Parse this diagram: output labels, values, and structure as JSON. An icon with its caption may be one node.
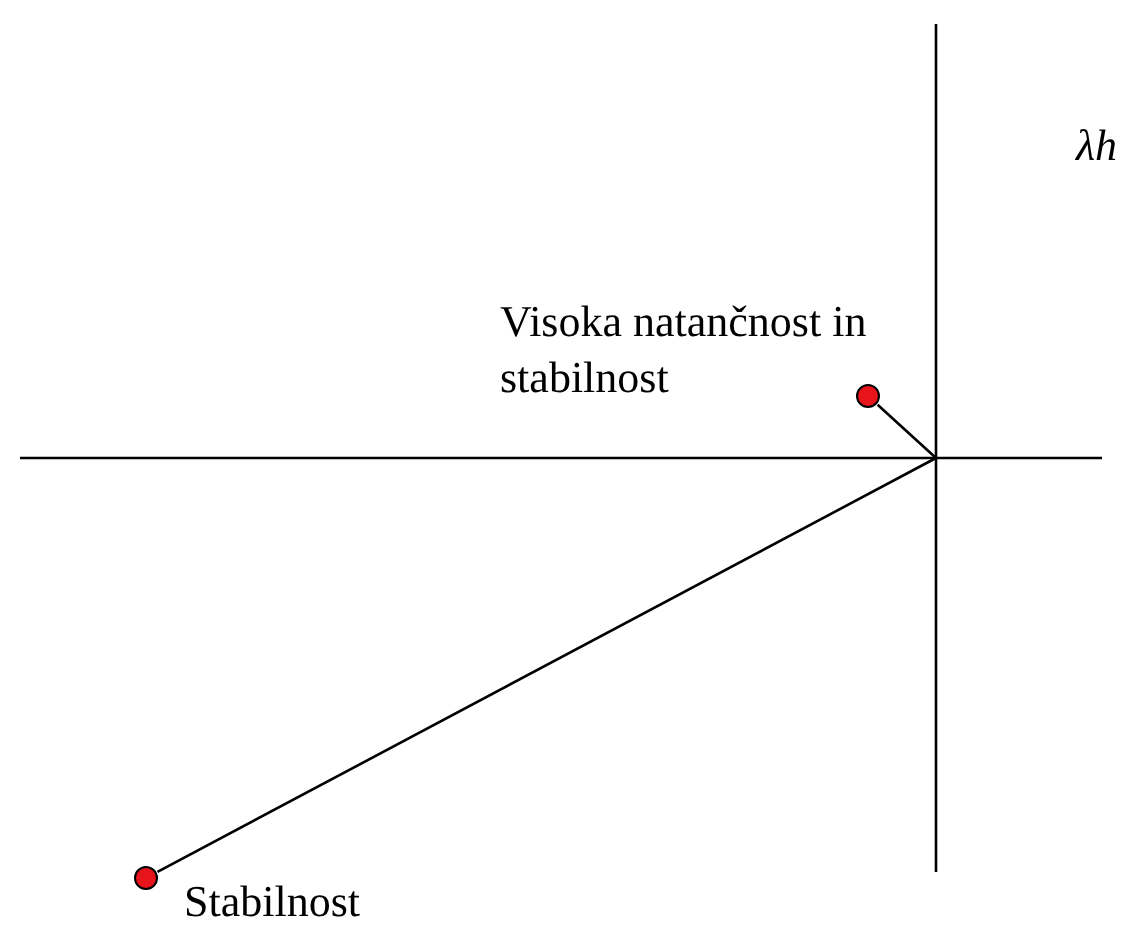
{
  "diagram": {
    "nodes": [
      {
        "text": [],
        "shape": "circle",
        "beside": [
          "Visoka natančnost in stabilnost"
        ]
      },
      {
        "text": [],
        "shape": "circle",
        "beside": [
          "Stabilnost"
        ]
      }
    ],
    "edges": [
      {
        "from": null,
        "to": 0,
        "arrow": "none"
      },
      {
        "from": null,
        "to": 1,
        "arrow": "none"
      }
    ],
    "labels": [
      "λh"
    ]
  }
}
